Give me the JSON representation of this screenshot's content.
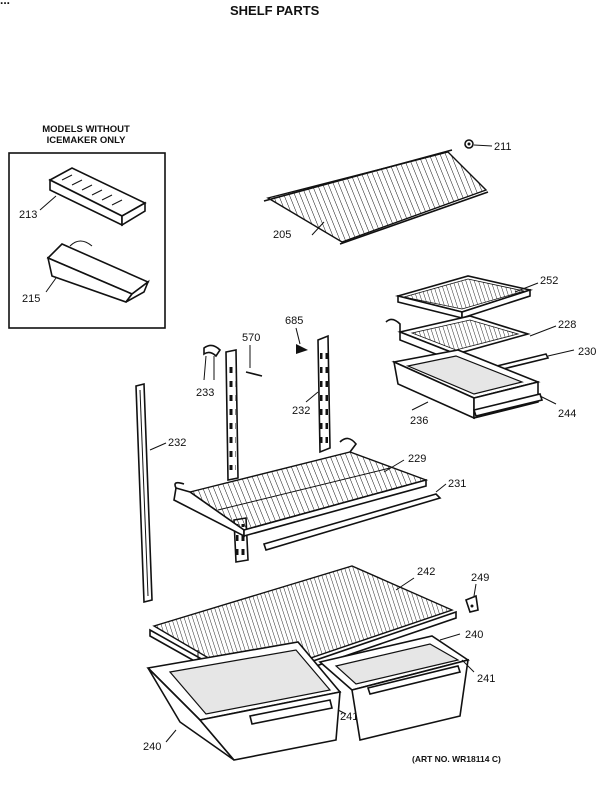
{
  "header": {
    "title_partial": "...",
    "title": "SHELF PARTS"
  },
  "box_note": {
    "line1": "MODELS WITHOUT",
    "line2": "ICEMAKER ONLY"
  },
  "labels": {
    "p211": "211",
    "p205": "205",
    "p213": "213",
    "p215": "215",
    "p252": "252",
    "p228": "228",
    "p230": "230",
    "p236": "236",
    "p244": "244",
    "p685": "685",
    "p570": "570",
    "p233": "233",
    "p232a": "232",
    "p232b": "232",
    "p229": "229",
    "p231": "231",
    "p242": "242",
    "p249": "249",
    "p240a": "240",
    "p240b": "240",
    "p241a": "241",
    "p241b": "241"
  },
  "art_no": "(ART NO. WR18114 C)"
}
